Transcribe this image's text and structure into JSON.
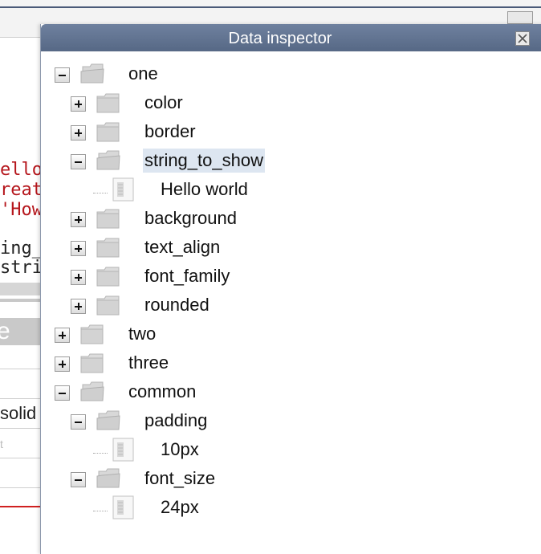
{
  "background": {
    "code_red": [
      "ello",
      "reat",
      "'How"
    ],
    "code_black": [
      "ing_",
      "stri"
    ],
    "gray_letter": "e",
    "solid_text": "solid",
    "tiny_text": "t"
  },
  "inspector": {
    "title": "Data inspector",
    "close_label": "×",
    "rows": [
      {
        "label": "one",
        "type": "folder",
        "state": "expanded",
        "level": 0
      },
      {
        "label": "color",
        "type": "folder",
        "state": "collapsed",
        "level": 1
      },
      {
        "label": "border",
        "type": "folder",
        "state": "collapsed",
        "level": 1
      },
      {
        "label": "string_to_show",
        "type": "folder",
        "state": "expanded",
        "level": 1,
        "selected": true
      },
      {
        "label": "Hello world",
        "type": "leaf",
        "level": 2
      },
      {
        "label": "background",
        "type": "folder",
        "state": "collapsed",
        "level": 1
      },
      {
        "label": "text_align",
        "type": "folder",
        "state": "collapsed",
        "level": 1
      },
      {
        "label": "font_family",
        "type": "folder",
        "state": "collapsed",
        "level": 1
      },
      {
        "label": "rounded",
        "type": "folder",
        "state": "collapsed",
        "level": 1
      },
      {
        "label": "two",
        "type": "folder",
        "state": "collapsed",
        "level": 0
      },
      {
        "label": "three",
        "type": "folder",
        "state": "collapsed",
        "level": 0
      },
      {
        "label": "common",
        "type": "folder",
        "state": "expanded",
        "level": 0
      },
      {
        "label": "padding",
        "type": "folder",
        "state": "expanded",
        "level": 1
      },
      {
        "label": "10px",
        "type": "leaf",
        "level": 2
      },
      {
        "label": "font_size",
        "type": "folder",
        "state": "expanded",
        "level": 1
      },
      {
        "label": "24px",
        "type": "leaf",
        "level": 2
      }
    ]
  },
  "colors": {
    "titlebar": "#5e7090",
    "selection": "#dde6f1",
    "code_red": "#b5151b"
  }
}
